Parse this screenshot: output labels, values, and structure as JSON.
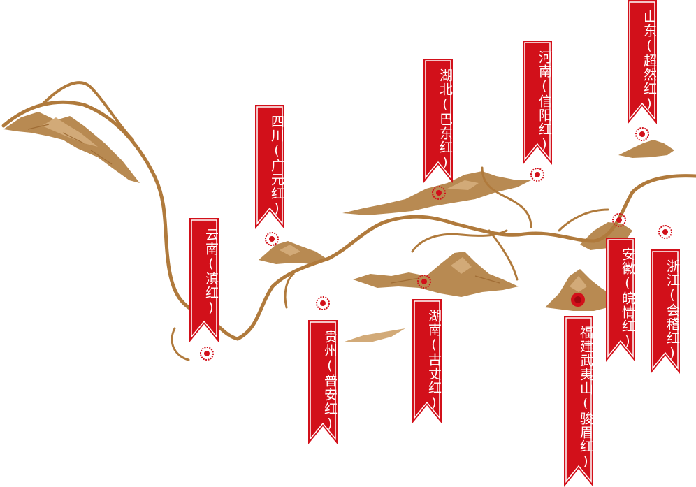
{
  "colors": {
    "banner_red": "#d2101a",
    "river_brown": "#b07a3c",
    "mountain_tan": "#b88a52",
    "marker_red": "#d2101a"
  },
  "regions": [
    {
      "id": "yunnan",
      "label": "云南(滇红)"
    },
    {
      "id": "sichuan",
      "label": "四川(广元红)"
    },
    {
      "id": "guizhou",
      "label": "贵州(普安红)"
    },
    {
      "id": "hubei",
      "label": "湖北(巴东红)"
    },
    {
      "id": "hunan",
      "label": "湖南(古丈红)"
    },
    {
      "id": "henan",
      "label": "河南(信阳红)"
    },
    {
      "id": "fujian",
      "label": "福建武夷山(骏眉红)"
    },
    {
      "id": "anhui",
      "label": "安徽(皖情红)"
    },
    {
      "id": "zhejiang",
      "label": "浙江(会稽红)"
    },
    {
      "id": "shandong",
      "label": "山东(超然红)"
    }
  ]
}
